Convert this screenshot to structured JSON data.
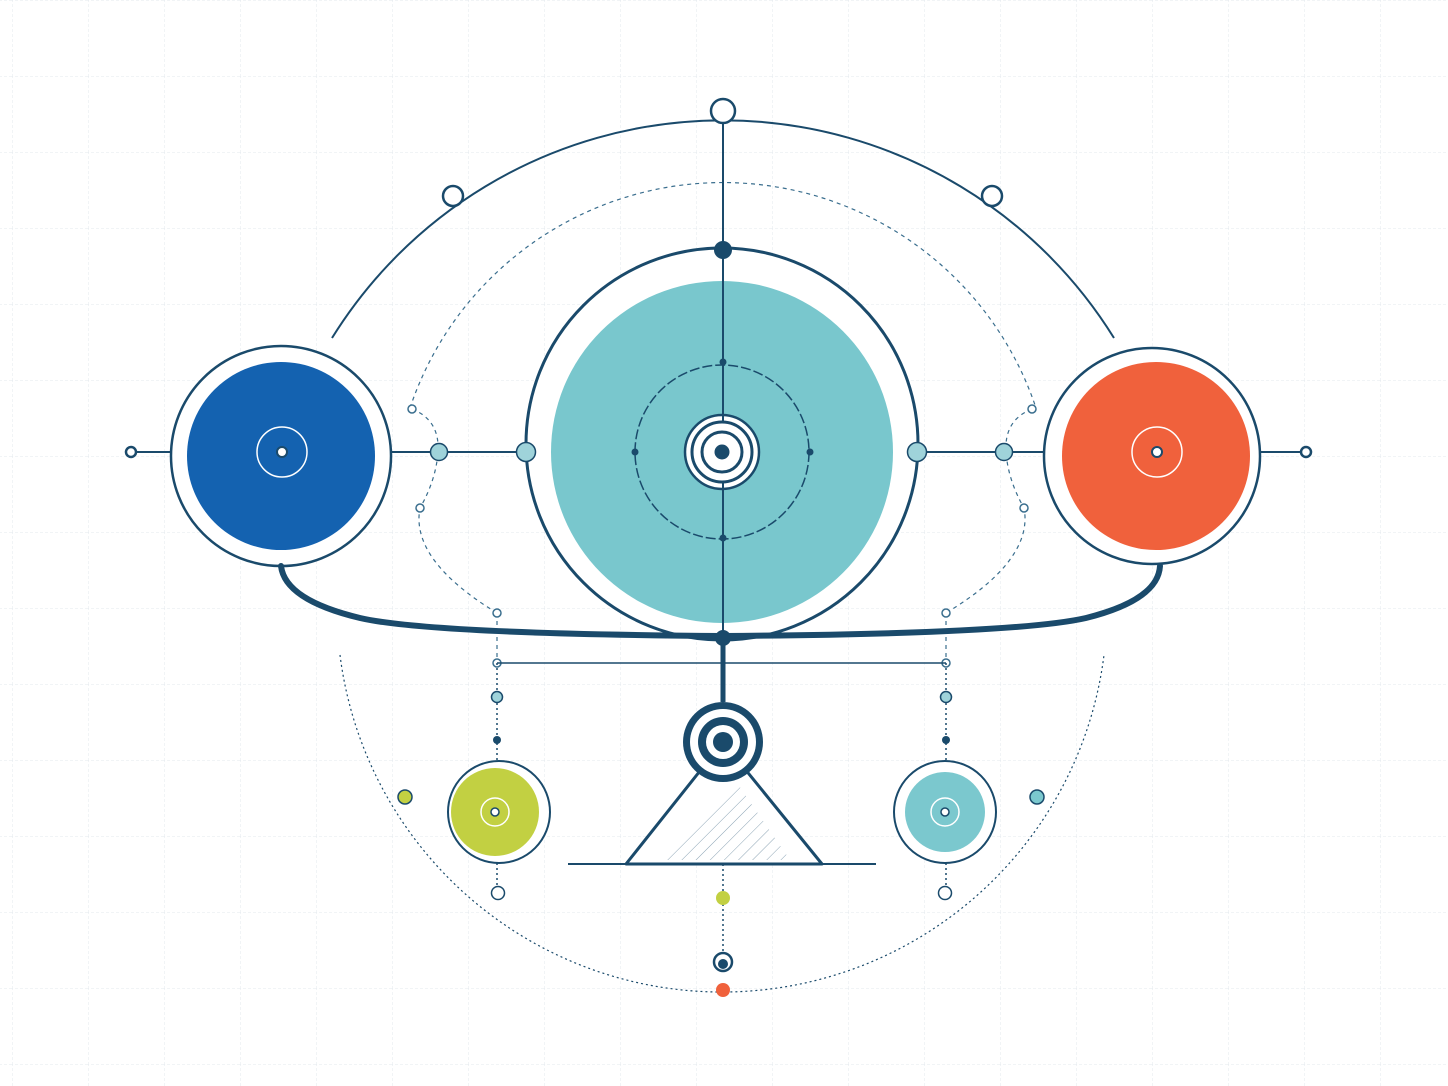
{
  "colors": {
    "background": "#ffffff",
    "grid": "#e3e9ee",
    "stroke": "#1a4a6b",
    "teal": "#79c7cd",
    "blue": "#1462b0",
    "orange": "#f0613c",
    "lime": "#c2d042",
    "light_teal": "#7bc8ce",
    "node_fill": "#9fd3da"
  },
  "diagram": {
    "title": "",
    "nodes": [
      {
        "id": "center-hub",
        "color": "teal"
      },
      {
        "id": "left-disc",
        "color": "blue"
      },
      {
        "id": "right-disc",
        "color": "orange"
      },
      {
        "id": "fulcrum-target",
        "color": "stroke"
      },
      {
        "id": "lower-left-disc",
        "color": "lime"
      },
      {
        "id": "lower-right-disc",
        "color": "light_teal"
      }
    ]
  }
}
